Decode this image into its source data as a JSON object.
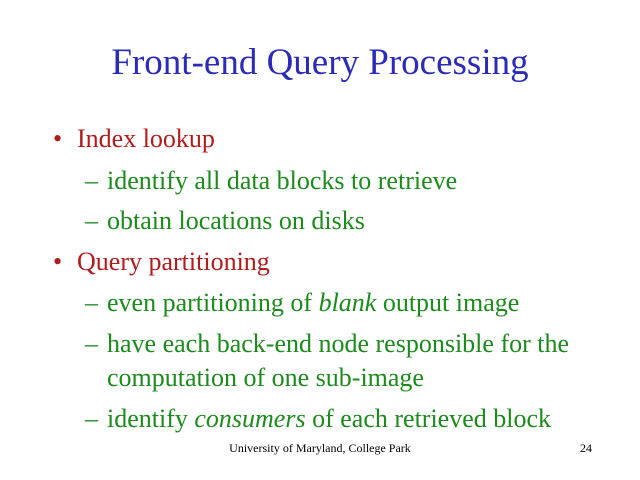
{
  "slide": {
    "title": "Front-end Query Processing",
    "bullets": [
      {
        "marker": "•",
        "text": "Index lookup",
        "subitems": [
          {
            "dash": "–",
            "text": "identify all data blocks to retrieve"
          },
          {
            "dash": "–",
            "text": "obtain locations on disks"
          }
        ]
      },
      {
        "marker": "•",
        "text": "Query partitioning",
        "subitems": [
          {
            "dash": "–",
            "pre": "even partitioning of ",
            "emph": "blank",
            "post": " output image"
          },
          {
            "dash": "–",
            "line1": "have each back-end node responsible for the",
            "line2": "computation of one sub-image"
          },
          {
            "dash": "–",
            "pre": "identify ",
            "emph": "consumers",
            "post": " of each retrieved block"
          }
        ]
      }
    ]
  },
  "footer": {
    "text": "University of Maryland, College Park",
    "page_number": "24"
  },
  "colors": {
    "title": "#2b2bb8",
    "bullet": "#b11b1b",
    "subitem": "#1c8a1c",
    "background": "#ffffff"
  }
}
